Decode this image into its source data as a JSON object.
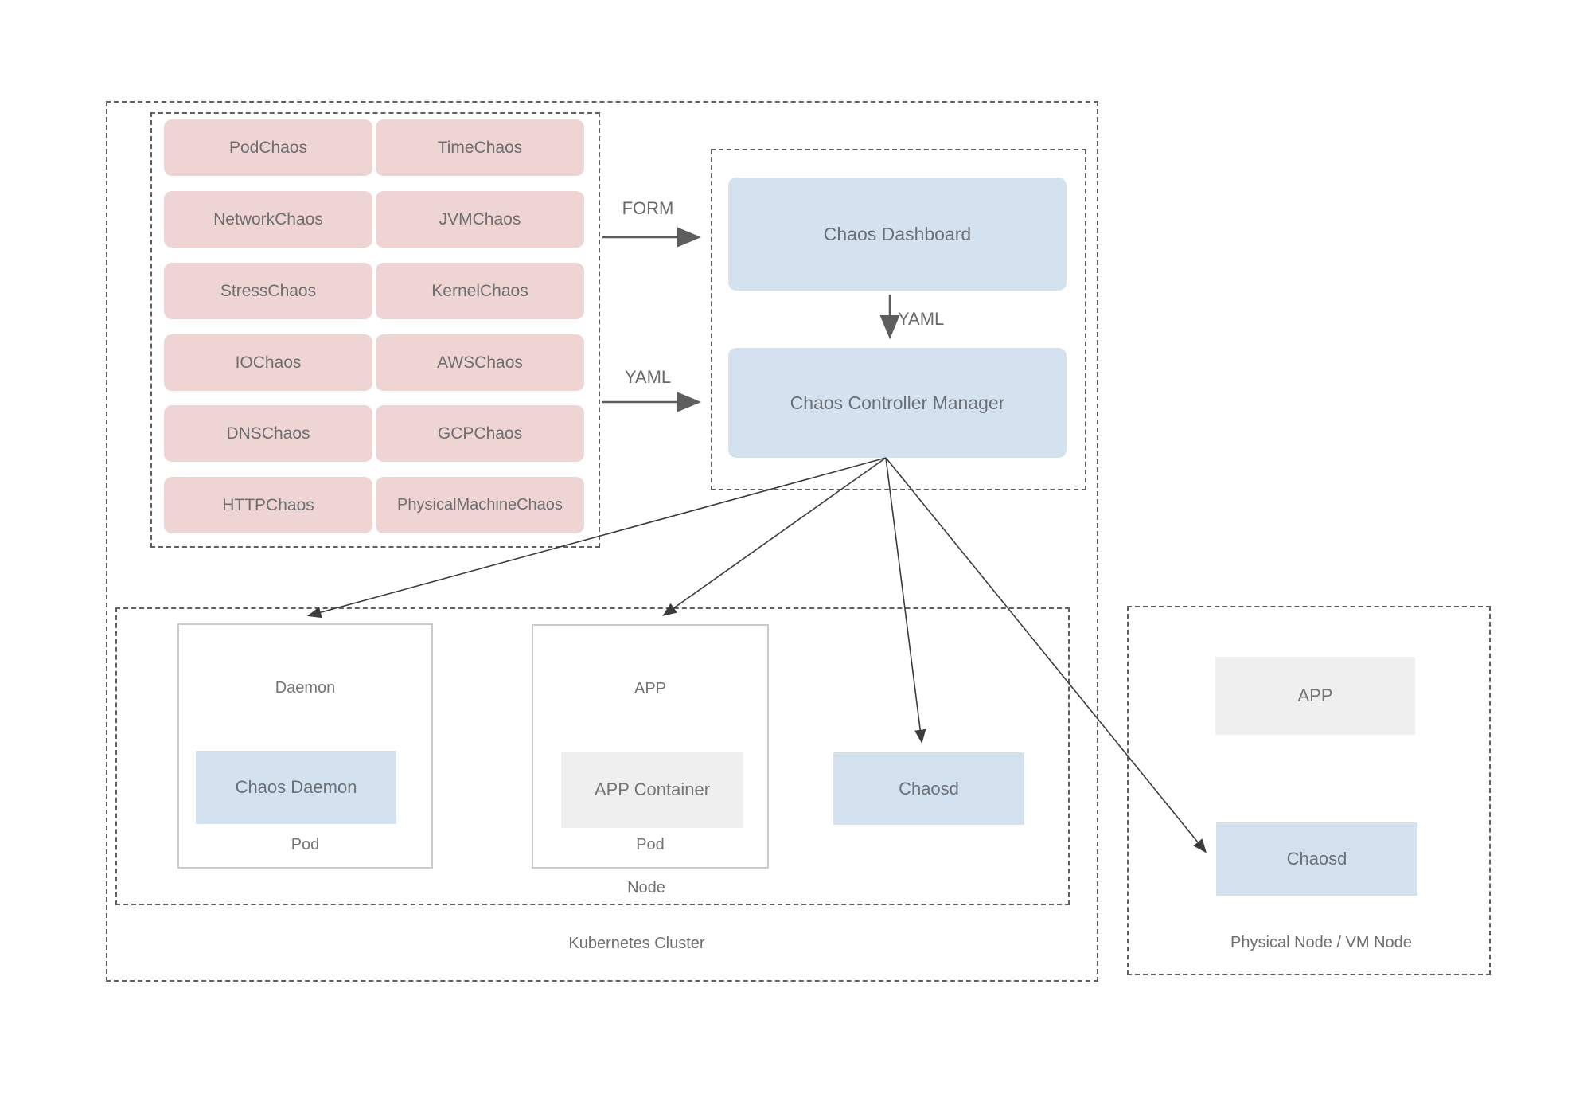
{
  "colors": {
    "chaos_type_pink": "#eed4d3",
    "component_blue": "#d4e2f0",
    "container_gray": "#efefef",
    "dashed_border": "#5f5f5f",
    "label_text": "#6e6e6e"
  },
  "cluster": {
    "label": "Kubernetes Cluster"
  },
  "chaos_grid": {
    "types": [
      "PodChaos",
      "TimeChaos",
      "NetworkChaos",
      "JVMChaos",
      "StressChaos",
      "KernelChaos",
      "IOChaos",
      "AWSChaos",
      "DNSChaos",
      "GCPChaos",
      "HTTPChaos",
      "PhysicalMachineChaos"
    ]
  },
  "arrows": {
    "form_label": "FORM",
    "yaml_input_label": "YAML",
    "yaml_dashboard_label": "YAML"
  },
  "dashboard_group": {
    "dashboard_label": "Chaos Dashboard",
    "controller_label": "Chaos Controller Manager"
  },
  "node": {
    "label": "Node",
    "daemon_pod": {
      "title": "Daemon",
      "container": "Chaos Daemon",
      "footer": "Pod"
    },
    "app_pod": {
      "title": "APP",
      "container": "APP Container",
      "footer": "Pod"
    },
    "chaosd_label": "Chaosd"
  },
  "physical_node": {
    "label": "Physical Node / VM Node",
    "app_label": "APP",
    "chaosd_label": "Chaosd"
  }
}
